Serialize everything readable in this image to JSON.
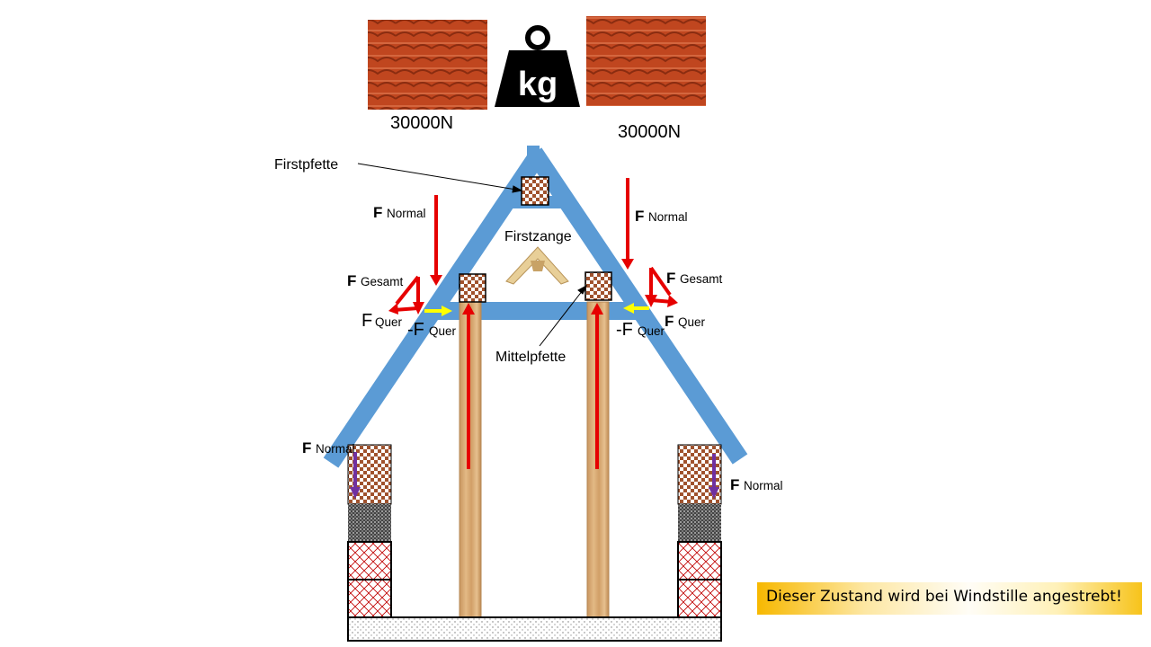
{
  "weights": {
    "left": "30000N",
    "right": "30000N"
  },
  "labels": {
    "firstpfette": "Firstpfette",
    "firstzange": "Firstzange",
    "mittelpfette": "Mittelpfette"
  },
  "forces": {
    "f": "F",
    "minus_f": "-F",
    "normal": "Normal",
    "gesamt": "Gesamt",
    "quer": "Quer"
  },
  "note": "Dieser Zustand wird bei Windstille angestrebt!",
  "colors": {
    "rafter": "#5b9bd5",
    "force_arrow": "#e60000",
    "reaction_arrow": "#ffff00",
    "load_arrow": "#7030a0",
    "note_bg": "#f7b800"
  }
}
